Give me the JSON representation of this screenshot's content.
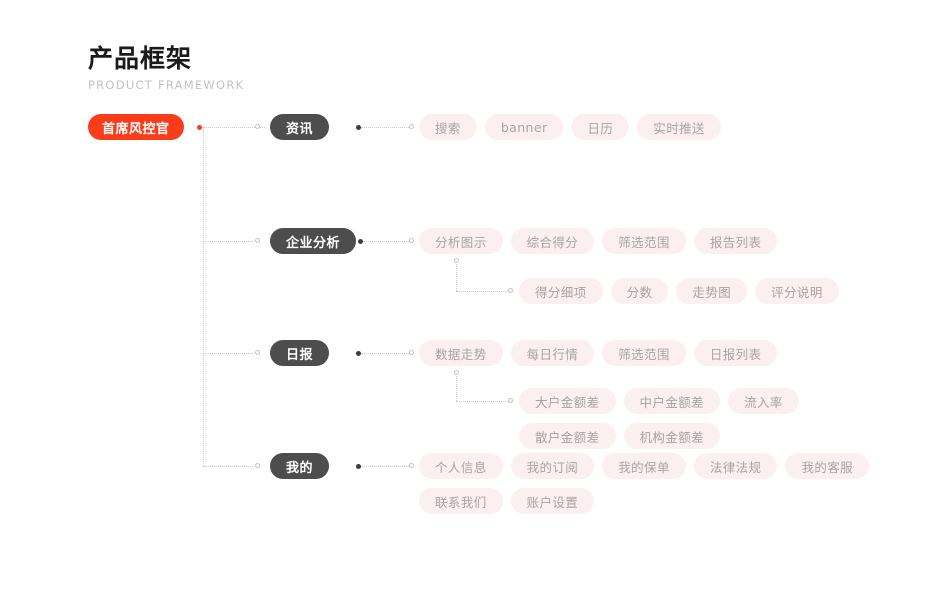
{
  "header": {
    "title": "产品框架",
    "subtitle": "PRODUCT FRAMEWORK"
  },
  "root": {
    "label": "首席风控官",
    "color": "#f93d1a"
  },
  "colors": {
    "accent": "#f93d1a",
    "category_node": "#4d4d4d",
    "leaf_pill_bg": "#fbeff0",
    "leaf_pill_text": "#a8a4a4",
    "connector": "#c9c9c9",
    "background": "#ffffff",
    "title_text": "#1a1a1a",
    "subtitle_text": "#c2c2c2"
  },
  "branches": [
    {
      "label": "资讯",
      "leaves": [
        "搜索",
        "banner",
        "日历",
        "实时推送"
      ],
      "sub_leaves": []
    },
    {
      "label": "企业分析",
      "leaves": [
        "分析图示",
        "综合得分",
        "筛选范围",
        "报告列表"
      ],
      "sub_leaves": [
        "得分细项",
        "分数",
        "走势图",
        "评分说明"
      ]
    },
    {
      "label": "日报",
      "leaves": [
        "数据走势",
        "每日行情",
        "筛选范围",
        "日报列表"
      ],
      "sub_leaves": [
        "大户金额差",
        "中户金额差",
        "流入率",
        "散户金额差",
        "机构金额差"
      ]
    },
    {
      "label": "我的",
      "leaves": [
        "个人信息",
        "我的订阅",
        "我的保单",
        "法律法规",
        "我的客服",
        "联系我们",
        "账户设置"
      ],
      "sub_leaves": []
    }
  ]
}
